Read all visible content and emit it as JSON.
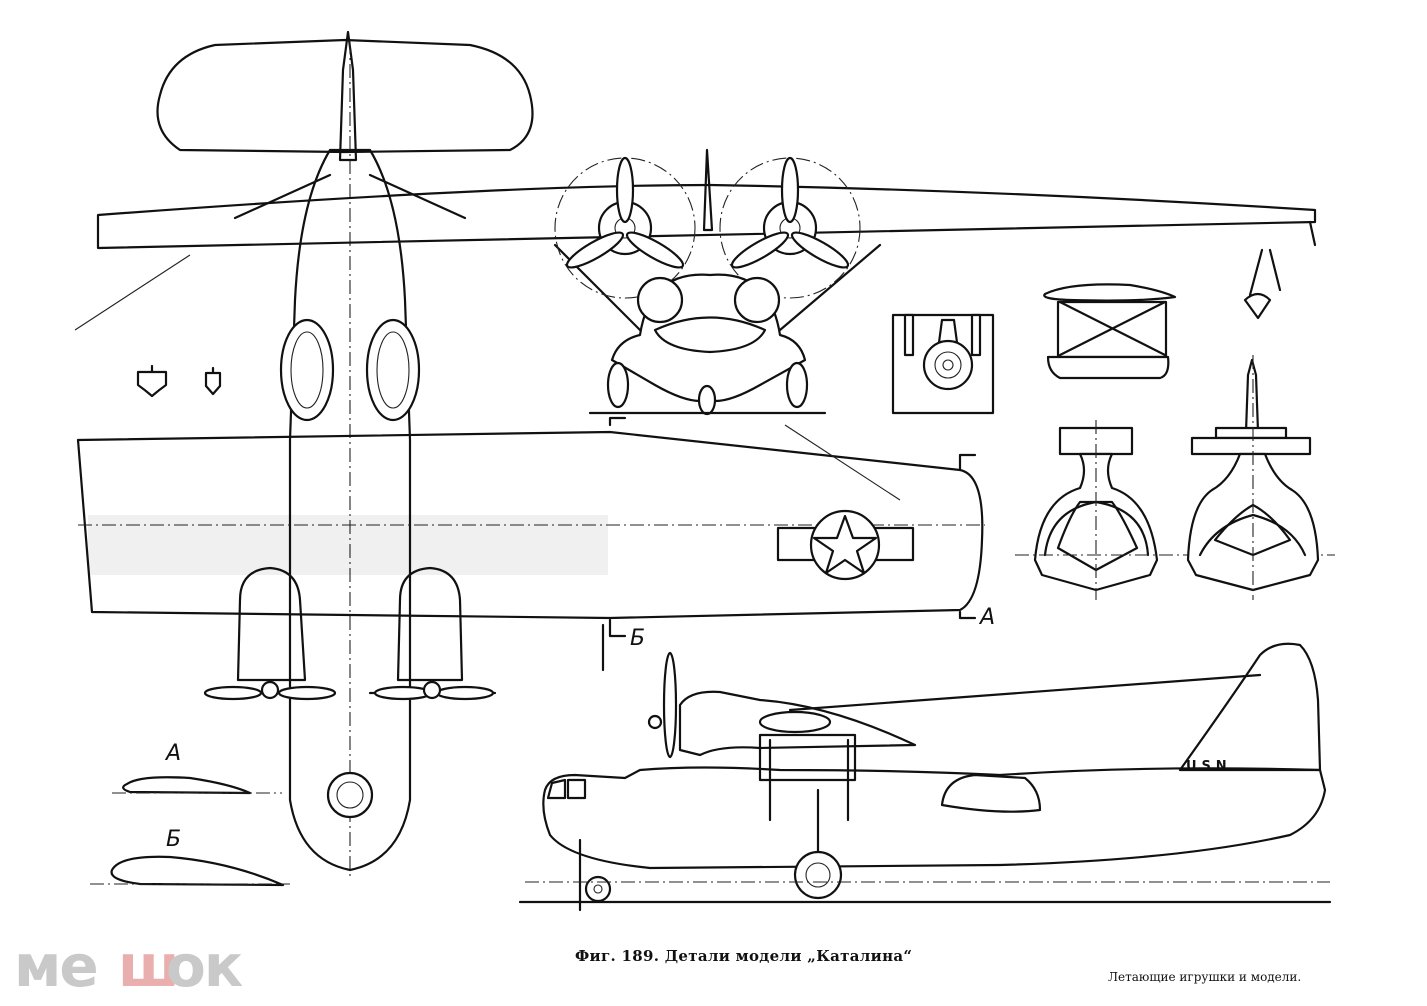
{
  "figure": {
    "caption": "Фиг. 189. Детали модели „Каталина“",
    "footer": "Летающие игрушки и модели.",
    "section_labels": {
      "a": "А",
      "b": "Б"
    },
    "markings": {
      "tail": "U.S.N."
    },
    "views": [
      "top-view",
      "front-view",
      "side-view",
      "wing-float-detail",
      "landing-gear-detail",
      "hull-cross-sections",
      "airfoil-sections"
    ]
  },
  "watermark": {
    "part1": "ме",
    "part2": "ш",
    "part3": "ок",
    "colors": {
      "gray": "#c9c9c9",
      "pink": "#e9aeae"
    }
  }
}
